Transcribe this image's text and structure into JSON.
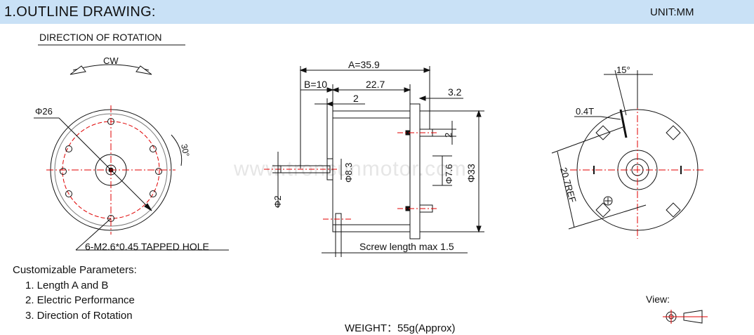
{
  "header": {
    "title": "1.OUTLINE DRAWING:",
    "unit": "UNIT:MM"
  },
  "front_view": {
    "direction_label": "DIRECTION OF ROTATION",
    "rotation": "CW",
    "diameter": "Φ26",
    "angle": "30°",
    "hole_note": "6-M2.6*0.45 TAPPED HOLE"
  },
  "side_view": {
    "dim_a": "A=35.9",
    "dim_b": "B=10",
    "dim_body": "22.7",
    "dim_boss": "2",
    "dim_rear": "3.2",
    "dim_terminal": "2",
    "dim_boss_dia": "Φ8.3",
    "dim_hole": "Φ7.6",
    "dim_body_dia": "Φ33",
    "dim_shaft": "Φ2",
    "screw_note": "Screw length max 1.5"
  },
  "rear_view": {
    "angle": "15°",
    "thickness": "0.4T",
    "ref": "20.7REF"
  },
  "watermark": "www.tronsunmotor.com",
  "params": {
    "heading": "Customizable Parameters:",
    "items": [
      "1. Length A and B",
      "2. Electric Performance",
      "3. Direction of Rotation"
    ]
  },
  "weight": "WEIGHT：55g(Approx)",
  "view_label": "View:",
  "colors": {
    "header_bg": "#c9e1f6",
    "centerline": "#e00000",
    "line": "#111111"
  }
}
